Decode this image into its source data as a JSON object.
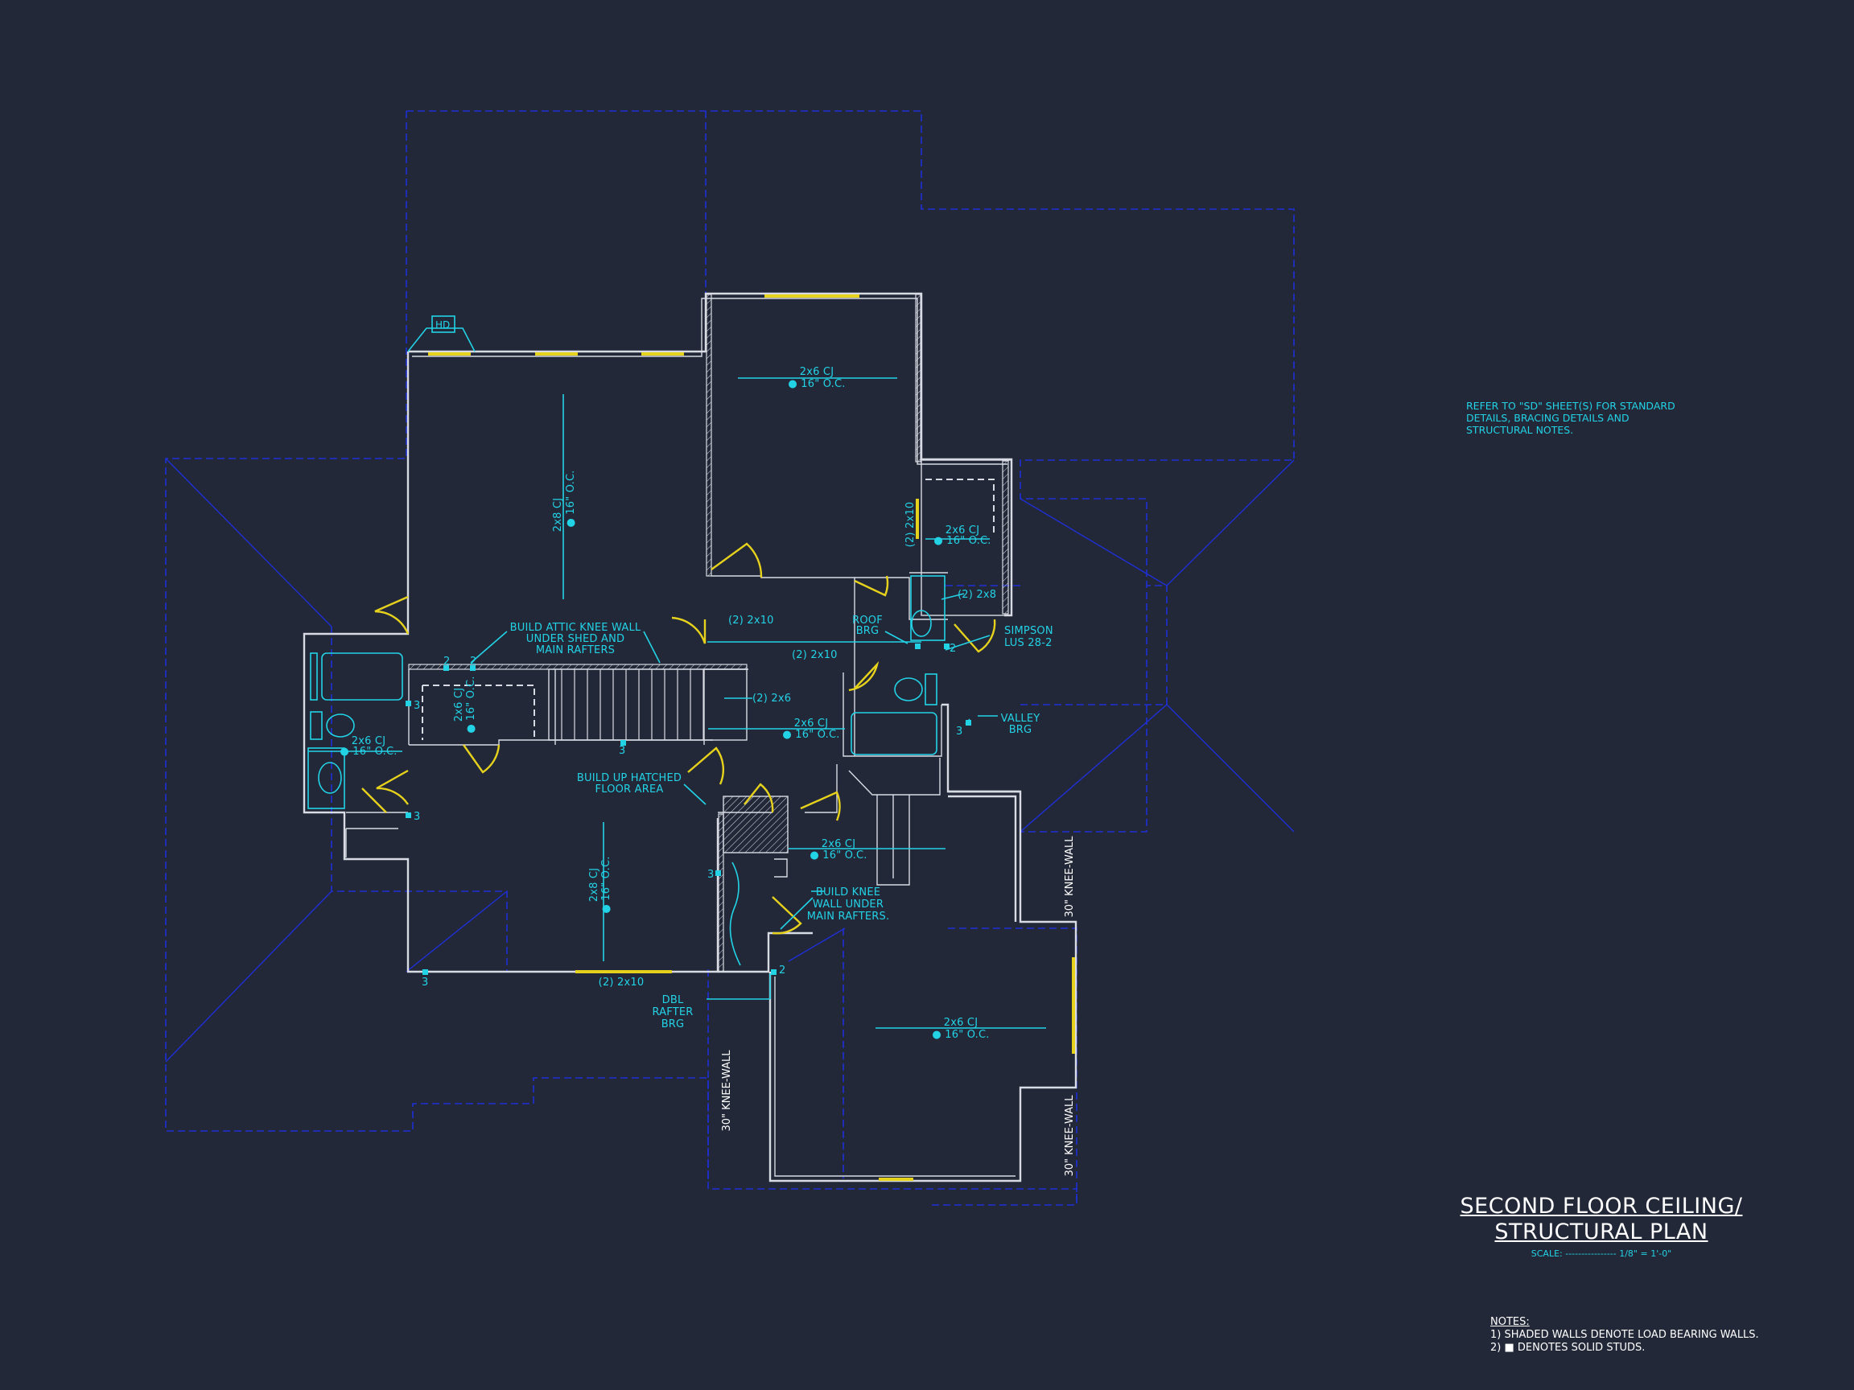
{
  "drawing": {
    "reference_note": "REFER TO \"SD\" SHEET(S) FOR STANDARD DETAILS, BRACING DETAILS AND STRUCTURAL NOTES.",
    "title_line_1": "SECOND FLOOR CEILING/",
    "title_line_2": "STRUCTURAL PLAN",
    "scale_label": "SCALE: ---------------- 1/8\" = 1'-0\"",
    "notes_heading": "NOTES:",
    "note_1": "1) SHADED WALLS DENOTE LOAD BEARING WALLS.",
    "note_2": "2)  ■ DENOTES SOLID STUDS.",
    "colors": {
      "background": "#232838",
      "roof": "#1e2fd6",
      "annotation": "#22d3e6",
      "walls": "#d8dbe4",
      "doors_windows": "#e6d21c"
    }
  },
  "labels": {
    "hd": "HD",
    "cj_2x6": "2x6 CJ",
    "cj_2x8": "2x8 CJ",
    "oc_16": "● 16\" O.C.",
    "header_2x10": "(2) 2x10",
    "header_2x8": "(2) 2x8",
    "header_2x6": "(2) 2x6",
    "attic_knee_1": "BUILD ATTIC KNEE WALL",
    "attic_knee_2": "UNDER SHED AND",
    "attic_knee_3": "MAIN RAFTERS",
    "roof_brg_1": "ROOF",
    "roof_brg_2": "BRG",
    "simpson_1": "SIMPSON",
    "simpson_2": "LUS 28-2",
    "valley_1": "VALLEY",
    "valley_2": "BRG",
    "build_up_1": "BUILD UP HATCHED",
    "build_up_2": "FLOOR AREA",
    "build_knee_1": "BUILD KNEE",
    "build_knee_2": "WALL UNDER",
    "build_knee_3": "MAIN RAFTERS.",
    "dbl_1": "DBL",
    "dbl_2": "RAFTER",
    "dbl_3": "BRG",
    "knee_wall_30": "30\" KNEE-WALL",
    "n2": "2",
    "n3": "3"
  }
}
